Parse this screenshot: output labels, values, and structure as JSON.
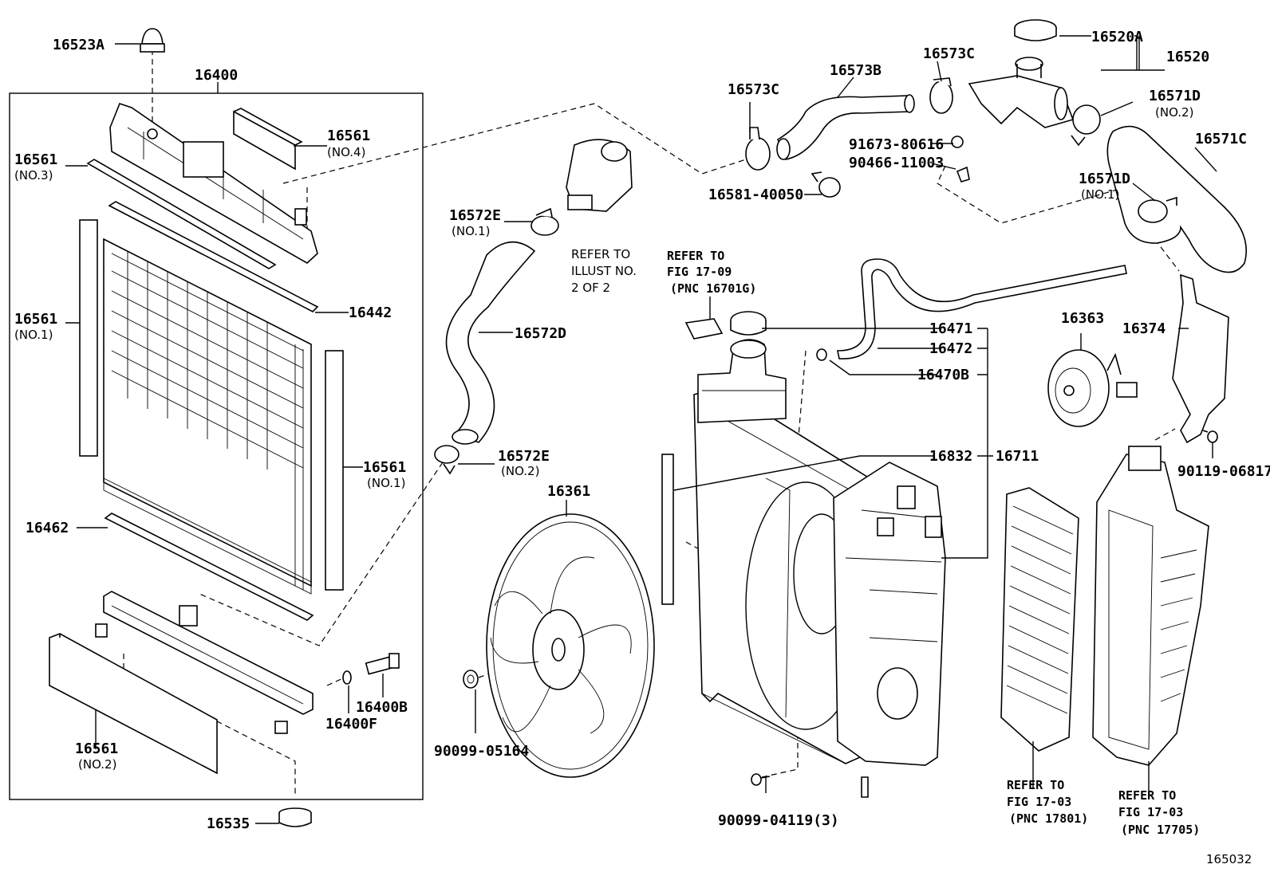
{
  "diagram": {
    "callouts": {
      "c16523A": {
        "code": "16523A"
      },
      "c16400": {
        "code": "16400"
      },
      "c16561_no4": {
        "code": "16561",
        "note": "(NO.4)"
      },
      "c16561_no3": {
        "code": "16561",
        "note": "(NO.3)"
      },
      "c16561_no1_left": {
        "code": "16561",
        "note": "(NO.1)"
      },
      "c16442": {
        "code": "16442"
      },
      "c16561_no1_right": {
        "code": "16561",
        "note": "(NO.1)"
      },
      "c16462": {
        "code": "16462"
      },
      "c16400B": {
        "code": "16400B"
      },
      "c16400F": {
        "code": "16400F"
      },
      "c16561_no2": {
        "code": "16561",
        "note": "(NO.2)"
      },
      "c16535": {
        "code": "16535"
      },
      "c16572E_no1": {
        "code": "16572E",
        "note": "(NO.1)"
      },
      "c16572D": {
        "code": "16572D"
      },
      "c16572E_no2": {
        "code": "16572E",
        "note": "(NO.2)"
      },
      "c16361": {
        "code": "16361"
      },
      "c90099_05164": {
        "code": "90099-05164"
      },
      "c16573C_left": {
        "code": "16573C"
      },
      "c16573B": {
        "code": "16573B"
      },
      "c16573C_right": {
        "code": "16573C"
      },
      "c16520A": {
        "code": "16520A"
      },
      "c16520": {
        "code": "16520"
      },
      "c16571D_no2": {
        "code": "16571D",
        "note": "(NO.2)"
      },
      "c16571C": {
        "code": "16571C"
      },
      "c16571D_no1": {
        "code": "16571D",
        "note": "(NO.1)"
      },
      "c91673_80616": {
        "code": "91673-80616"
      },
      "c90466_11003": {
        "code": "90466-11003"
      },
      "c16581_40050": {
        "code": "16581-40050"
      },
      "c16471": {
        "code": "16471"
      },
      "c16472": {
        "code": "16472"
      },
      "c16470B": {
        "code": "16470B"
      },
      "c16832": {
        "code": "16832"
      },
      "c16711": {
        "code": "16711"
      },
      "c16363": {
        "code": "16363"
      },
      "c16374": {
        "code": "16374"
      },
      "c90119_06817": {
        "code": "90119-06817"
      },
      "c90099_04119": {
        "code": "90099-04119(3)"
      }
    },
    "illust_note": [
      "REFER TO",
      "ILLUST NO.",
      "2 OF 2"
    ],
    "refer_fig_17_09": [
      "REFER TO",
      "FIG 17-09",
      "(PNC 16701G)"
    ],
    "refer_17801": [
      "REFER TO",
      "FIG 17-03",
      "(PNC 17801)"
    ],
    "refer_17705": [
      "REFER TO",
      "FIG 17-03",
      "(PNC 17705)"
    ],
    "figure_number": "165032"
  }
}
